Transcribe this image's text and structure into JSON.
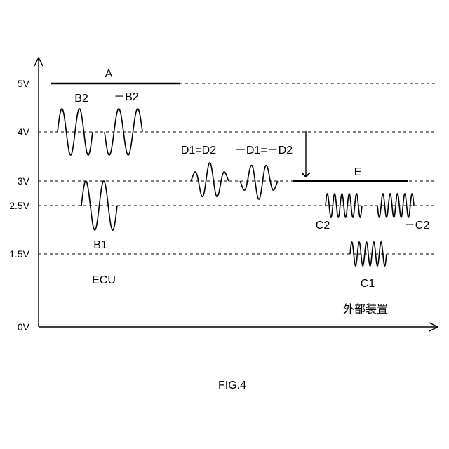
{
  "y_ticks": [
    {
      "value": "5V"
    },
    {
      "value": "4V"
    },
    {
      "value": "3V"
    },
    {
      "value": "2.5V"
    },
    {
      "value": "1.5V"
    },
    {
      "value": "0V"
    }
  ],
  "labels": {
    "a": "A",
    "b2": "B2",
    "neg_b2": "－B2",
    "b1": "B1",
    "d_pos": "D1=D2",
    "d_neg": "－D1=－D2",
    "e": "E",
    "c2": "C2",
    "neg_c2": "－C2",
    "c1": "C1",
    "ecu": "ECU",
    "external_device": "外部装置",
    "figure_caption": "FIG.4"
  }
}
